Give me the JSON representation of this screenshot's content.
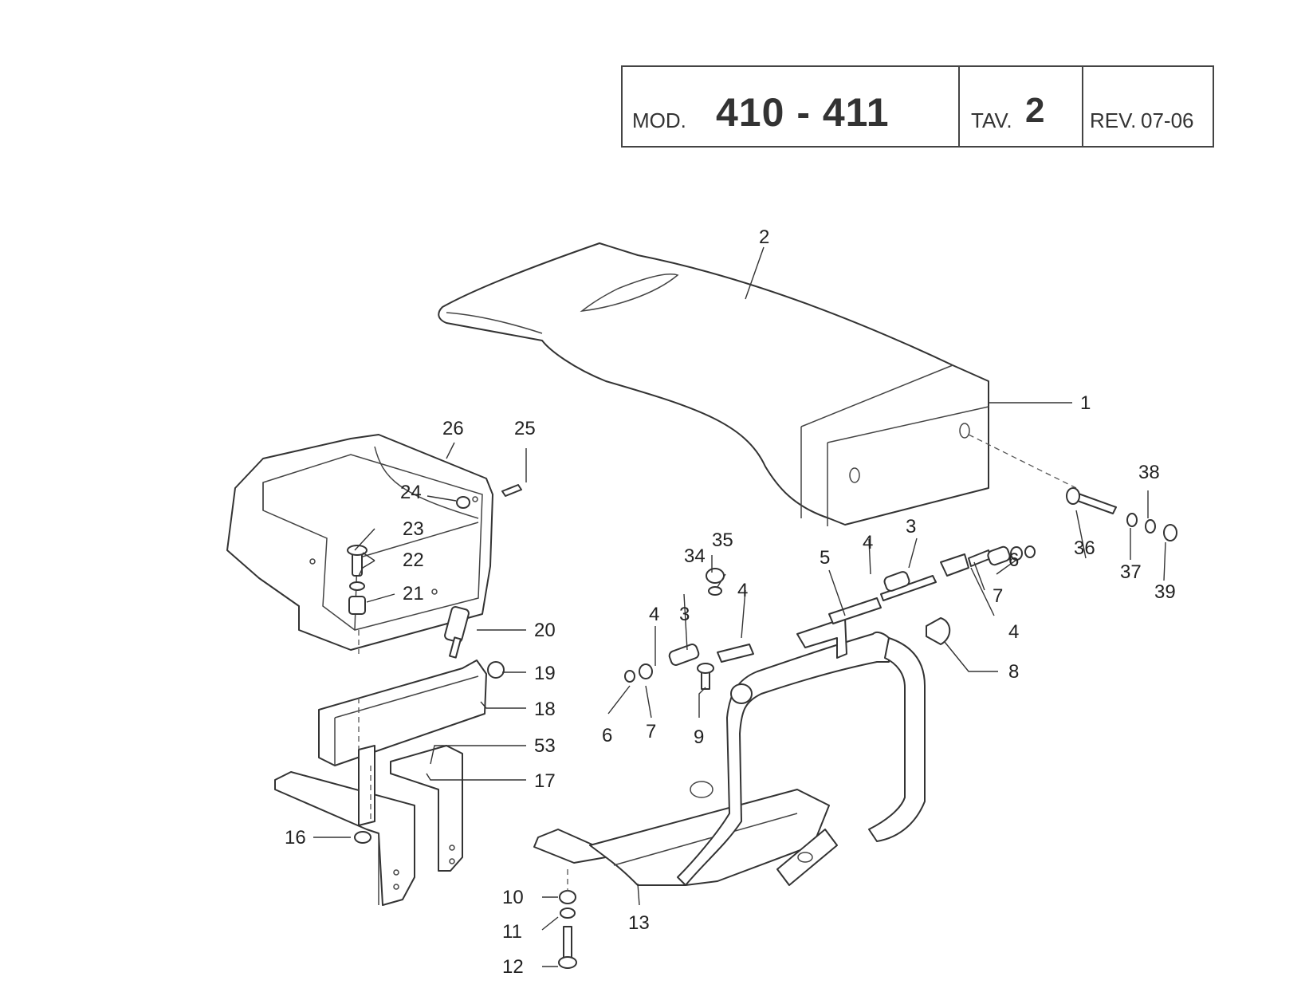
{
  "title_block": {
    "mod_label": "MOD.",
    "mod_value": "410 - 411",
    "tav_label": "TAV.",
    "tav_value": "2",
    "rev_label": "REV.",
    "rev_value": "07-06"
  },
  "callouts": {
    "c1": "1",
    "c2": "2",
    "c3a": "3",
    "c3b": "3",
    "c4a": "4",
    "c4b": "4",
    "c4c": "4",
    "c4d": "4",
    "c5": "5",
    "c6a": "6",
    "c6b": "6",
    "c7a": "7",
    "c7b": "7",
    "c8": "8",
    "c9": "9",
    "c10": "10",
    "c11": "11",
    "c12": "12",
    "c13": "13",
    "c16": "16",
    "c17": "17",
    "c18": "18",
    "c19": "19",
    "c20": "20",
    "c21": "21",
    "c22": "22",
    "c23": "23",
    "c24": "24",
    "c25": "25",
    "c26": "26",
    "c34": "34",
    "c35": "35",
    "c36": "36",
    "c37": "37",
    "c38": "38",
    "c39": "39",
    "c53": "53"
  }
}
